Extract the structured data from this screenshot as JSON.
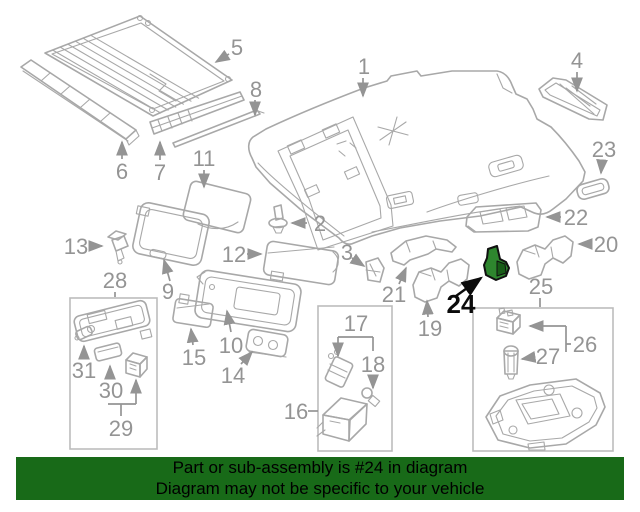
{
  "banner": {
    "line1": "Part or sub-assembly is #24 in diagram",
    "line2": "Diagram may not be specific to your vehicle",
    "bg": "#186a18",
    "fg": "#000000"
  },
  "diagram": {
    "highlighted_part": "24",
    "colors": {
      "line": "#a8a8a8",
      "label": "#949494",
      "highlight_fill": "#2e862e",
      "highlight_shade": "#175c17",
      "highlight_outline": "#101010"
    },
    "labels": {
      "p1": "1",
      "p2": "2",
      "p3": "3",
      "p4": "4",
      "p5": "5",
      "p6": "6",
      "p7": "7",
      "p8": "8",
      "p9": "9",
      "p10": "10",
      "p11": "11",
      "p12": "12",
      "p13": "13",
      "p14": "14",
      "p15": "15",
      "p16": "16",
      "p17": "17",
      "p18": "18",
      "p19": "19",
      "p20": "20",
      "p21": "21",
      "p22": "22",
      "p23": "23",
      "p24": "24",
      "p25": "25",
      "p26": "26",
      "p27": "27",
      "p28": "28",
      "p29": "29",
      "p30": "30",
      "p31": "31"
    }
  }
}
